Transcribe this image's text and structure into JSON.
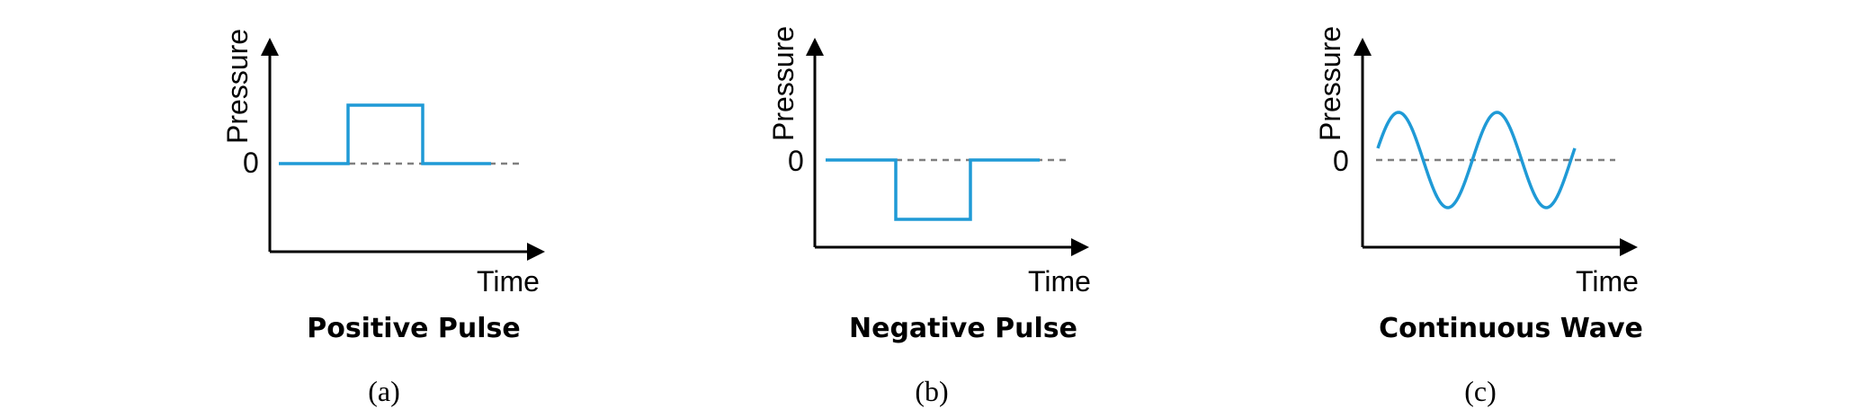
{
  "colors": {
    "signal": "#1f9ad6",
    "baseline": "#7f7f7f",
    "axis": "#000000"
  },
  "panels": [
    {
      "id": "a",
      "title": "Positive Pulse",
      "y_axis_label": "Pressure",
      "x_axis_label": "Time",
      "zero_label": "0",
      "caption": "(a)",
      "waveform": "positive-pulse"
    },
    {
      "id": "b",
      "title": "Negative Pulse",
      "y_axis_label": "Pressure",
      "x_axis_label": "Time",
      "zero_label": "0",
      "caption": "(b)",
      "waveform": "negative-pulse"
    },
    {
      "id": "c",
      "title": "Continuous Wave",
      "y_axis_label": "Pressure",
      "x_axis_label": "Time",
      "zero_label": "0",
      "caption": "(c)",
      "waveform": "sine-wave"
    }
  ]
}
